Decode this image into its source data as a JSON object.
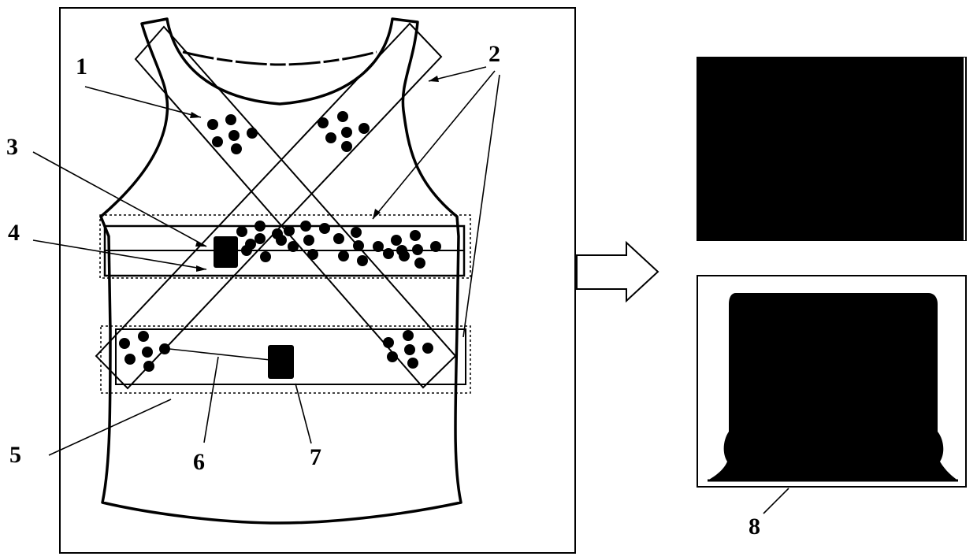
{
  "labels": {
    "l1": "1",
    "l2": "2",
    "l3": "3",
    "l4": "4",
    "l5": "5",
    "l6": "6",
    "l7": "7",
    "l8": "8"
  },
  "colors": {
    "ink": "#000000",
    "paper": "#ffffff",
    "screen_top": "#000000",
    "screen_bottom": "#000000"
  }
}
